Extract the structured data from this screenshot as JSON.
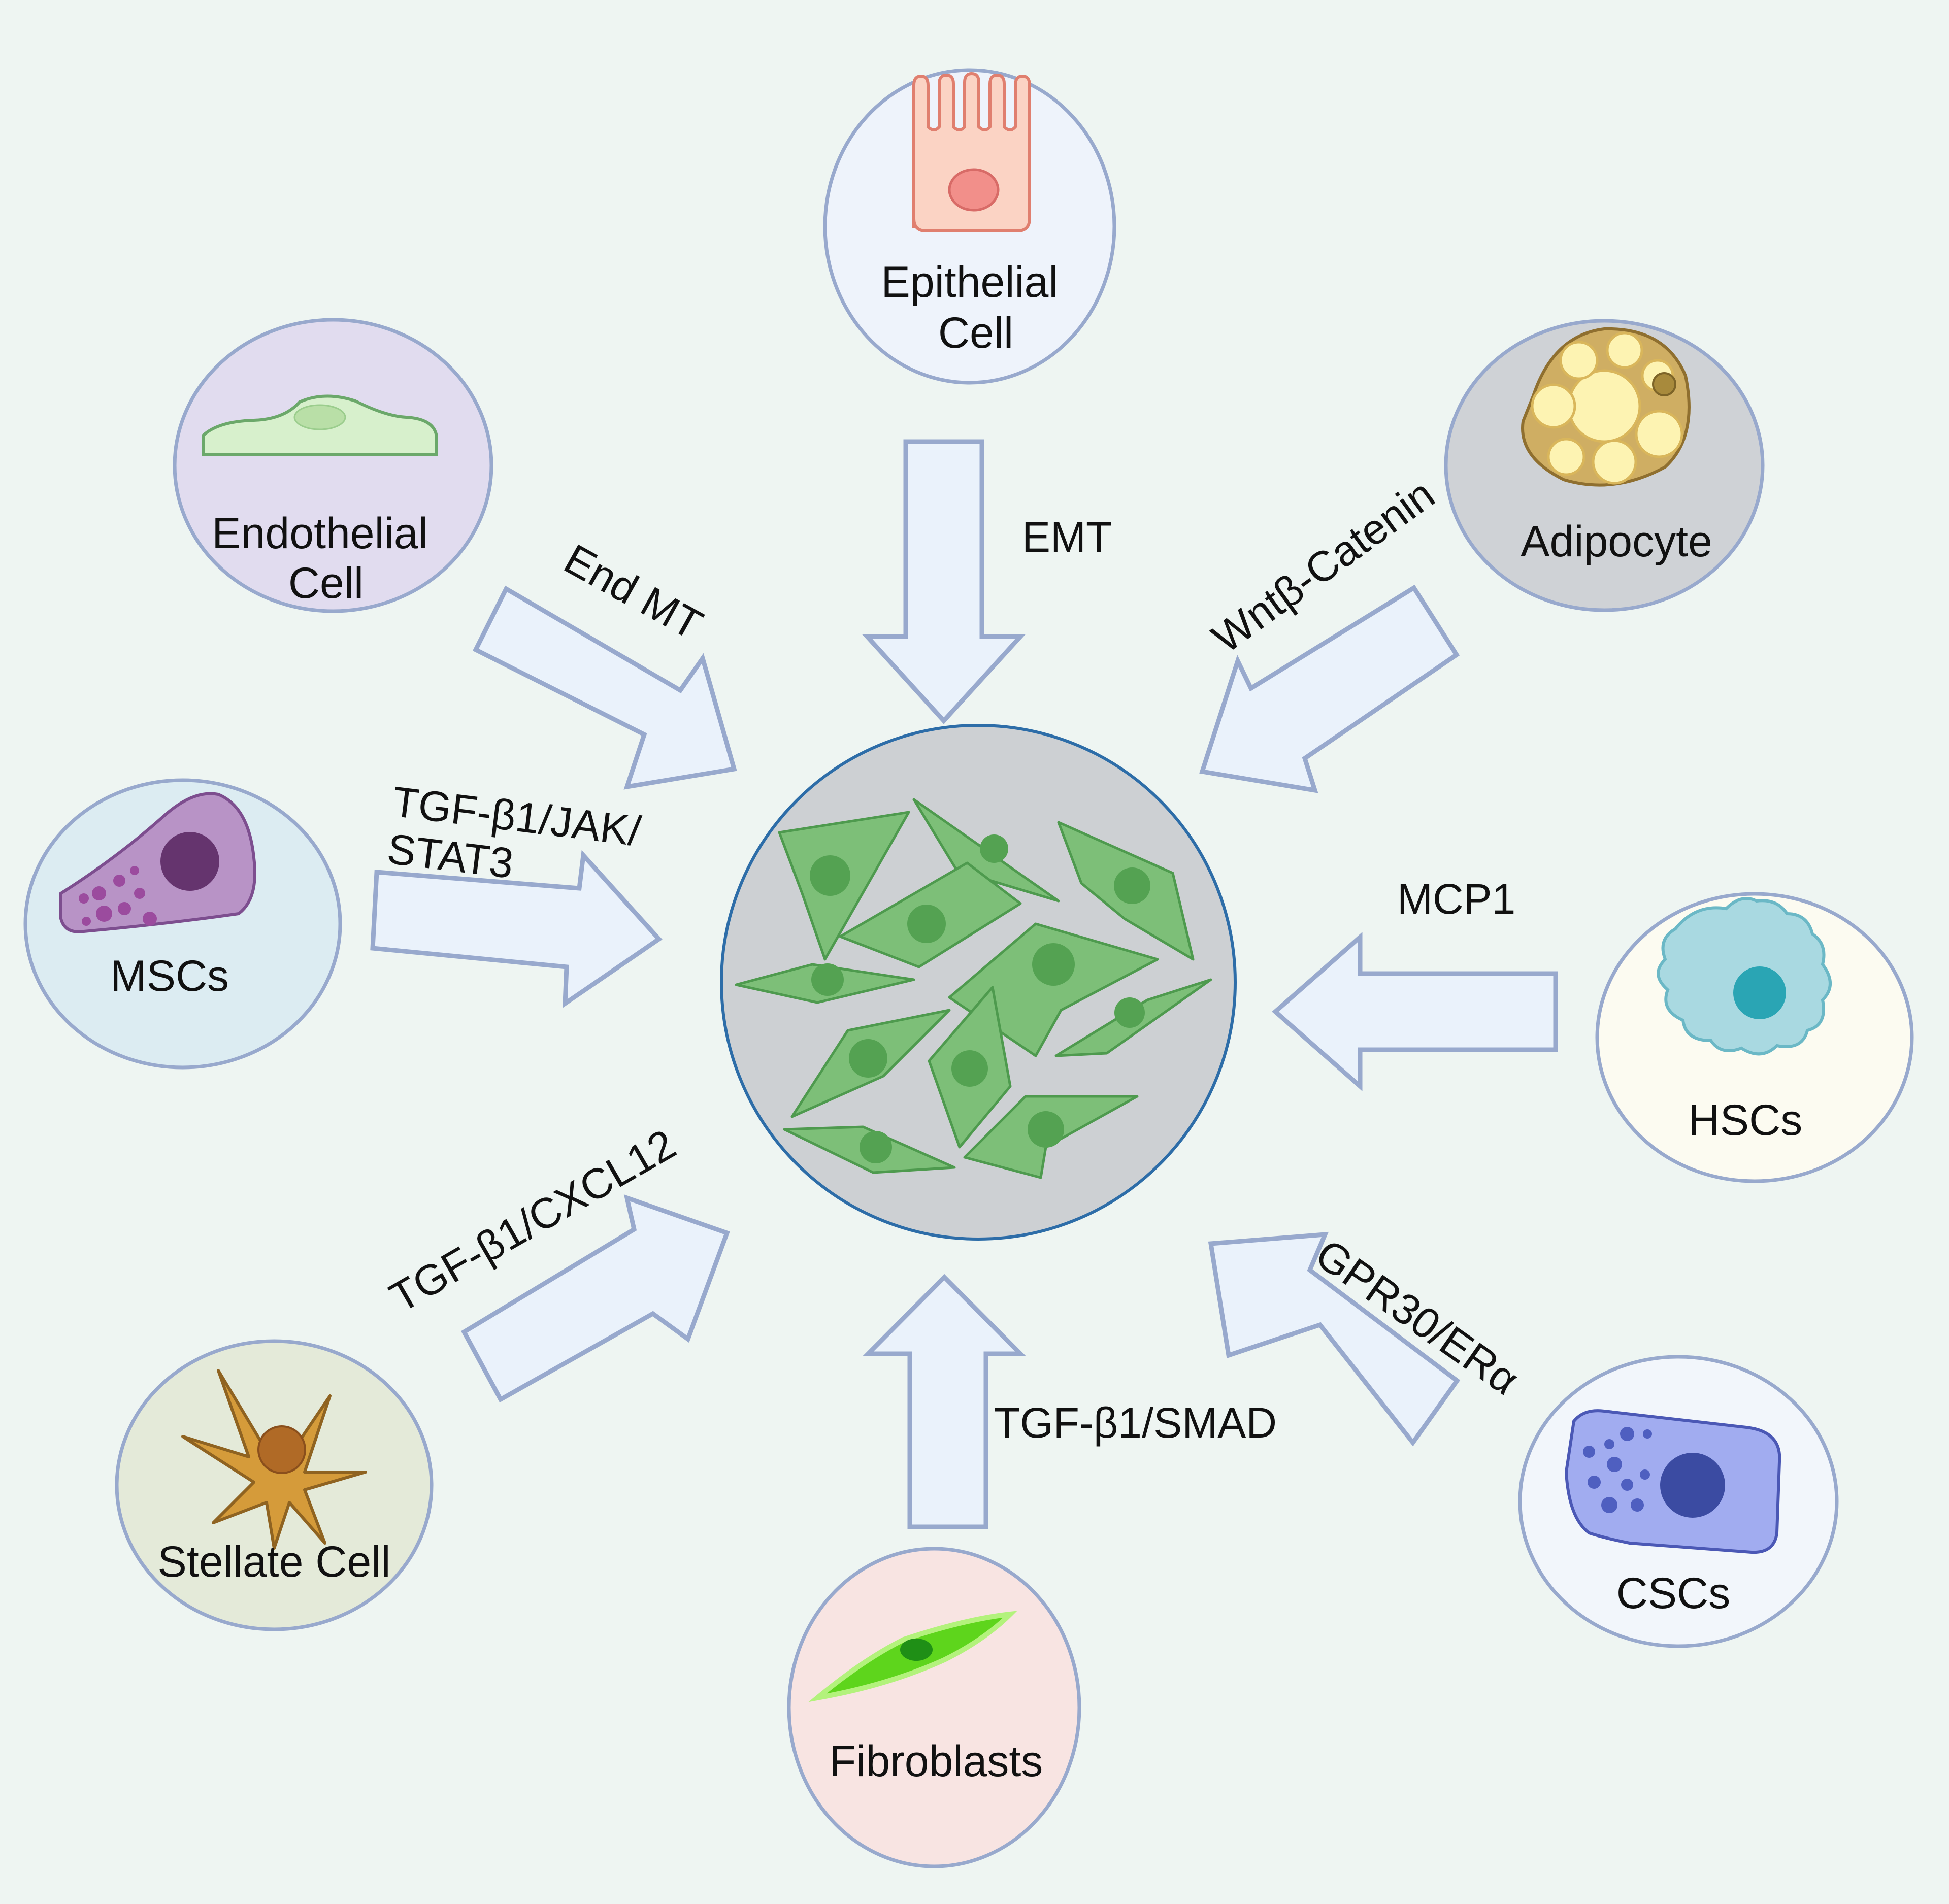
{
  "colors": {
    "background": "#eef5f2",
    "arrow_fill": "#eaf2fb",
    "arrow_stroke": "#98a9cd",
    "circle_stroke": "#98a9cd",
    "center_fill": "#cdd0d3",
    "center_stroke": "#2d6da8",
    "myofibroblast": "#7dbf78",
    "myofibroblast_stroke": "#4e9a4e"
  },
  "center": {
    "name": "myofibroblast-cluster"
  },
  "sources": [
    {
      "id": "epithelial",
      "label_lines": [
        "Epithelial",
        "Cell"
      ],
      "fill": "#eef3fb",
      "icon": "epithelial-cell-icon"
    },
    {
      "id": "endothelial",
      "label_lines": [
        "Endothelial",
        "Cell"
      ],
      "fill": "#e1dcef",
      "icon": "endothelial-cell-icon"
    },
    {
      "id": "adipocyte",
      "label_lines": [
        "Adipocyte"
      ],
      "fill": "#cfd2d6",
      "icon": "adipocyte-icon"
    },
    {
      "id": "mscs",
      "label_lines": [
        "MSCs"
      ],
      "fill": "#dcecf2",
      "icon": "msc-icon"
    },
    {
      "id": "hscs",
      "label_lines": [
        "HSCs"
      ],
      "fill": "#fcfbf1",
      "icon": "hsc-icon"
    },
    {
      "id": "stellate",
      "label_lines": [
        "Stellate Cell"
      ],
      "fill": "#e4ead9",
      "icon": "stellate-cell-icon"
    },
    {
      "id": "fibroblasts",
      "label_lines": [
        "Fibroblasts"
      ],
      "fill": "#f8e4e2",
      "icon": "fibroblast-icon"
    },
    {
      "id": "cscs",
      "label_lines": [
        "CSCs"
      ],
      "fill": "#f2f6fb",
      "icon": "csc-icon"
    }
  ],
  "pathways": {
    "epithelial": [
      "EMT"
    ],
    "endothelial": [
      "End MT"
    ],
    "adipocyte": [
      "Wntβ-Catenin"
    ],
    "mscs": [
      "TGF-β1/JAK/",
      "STAT3"
    ],
    "hscs": [
      "MCP1"
    ],
    "stellate": [
      "TGF-β1/CXCL12"
    ],
    "fibroblasts": [
      "TGF-β1/SMAD"
    ],
    "cscs": [
      "GPR30/ERα"
    ]
  }
}
